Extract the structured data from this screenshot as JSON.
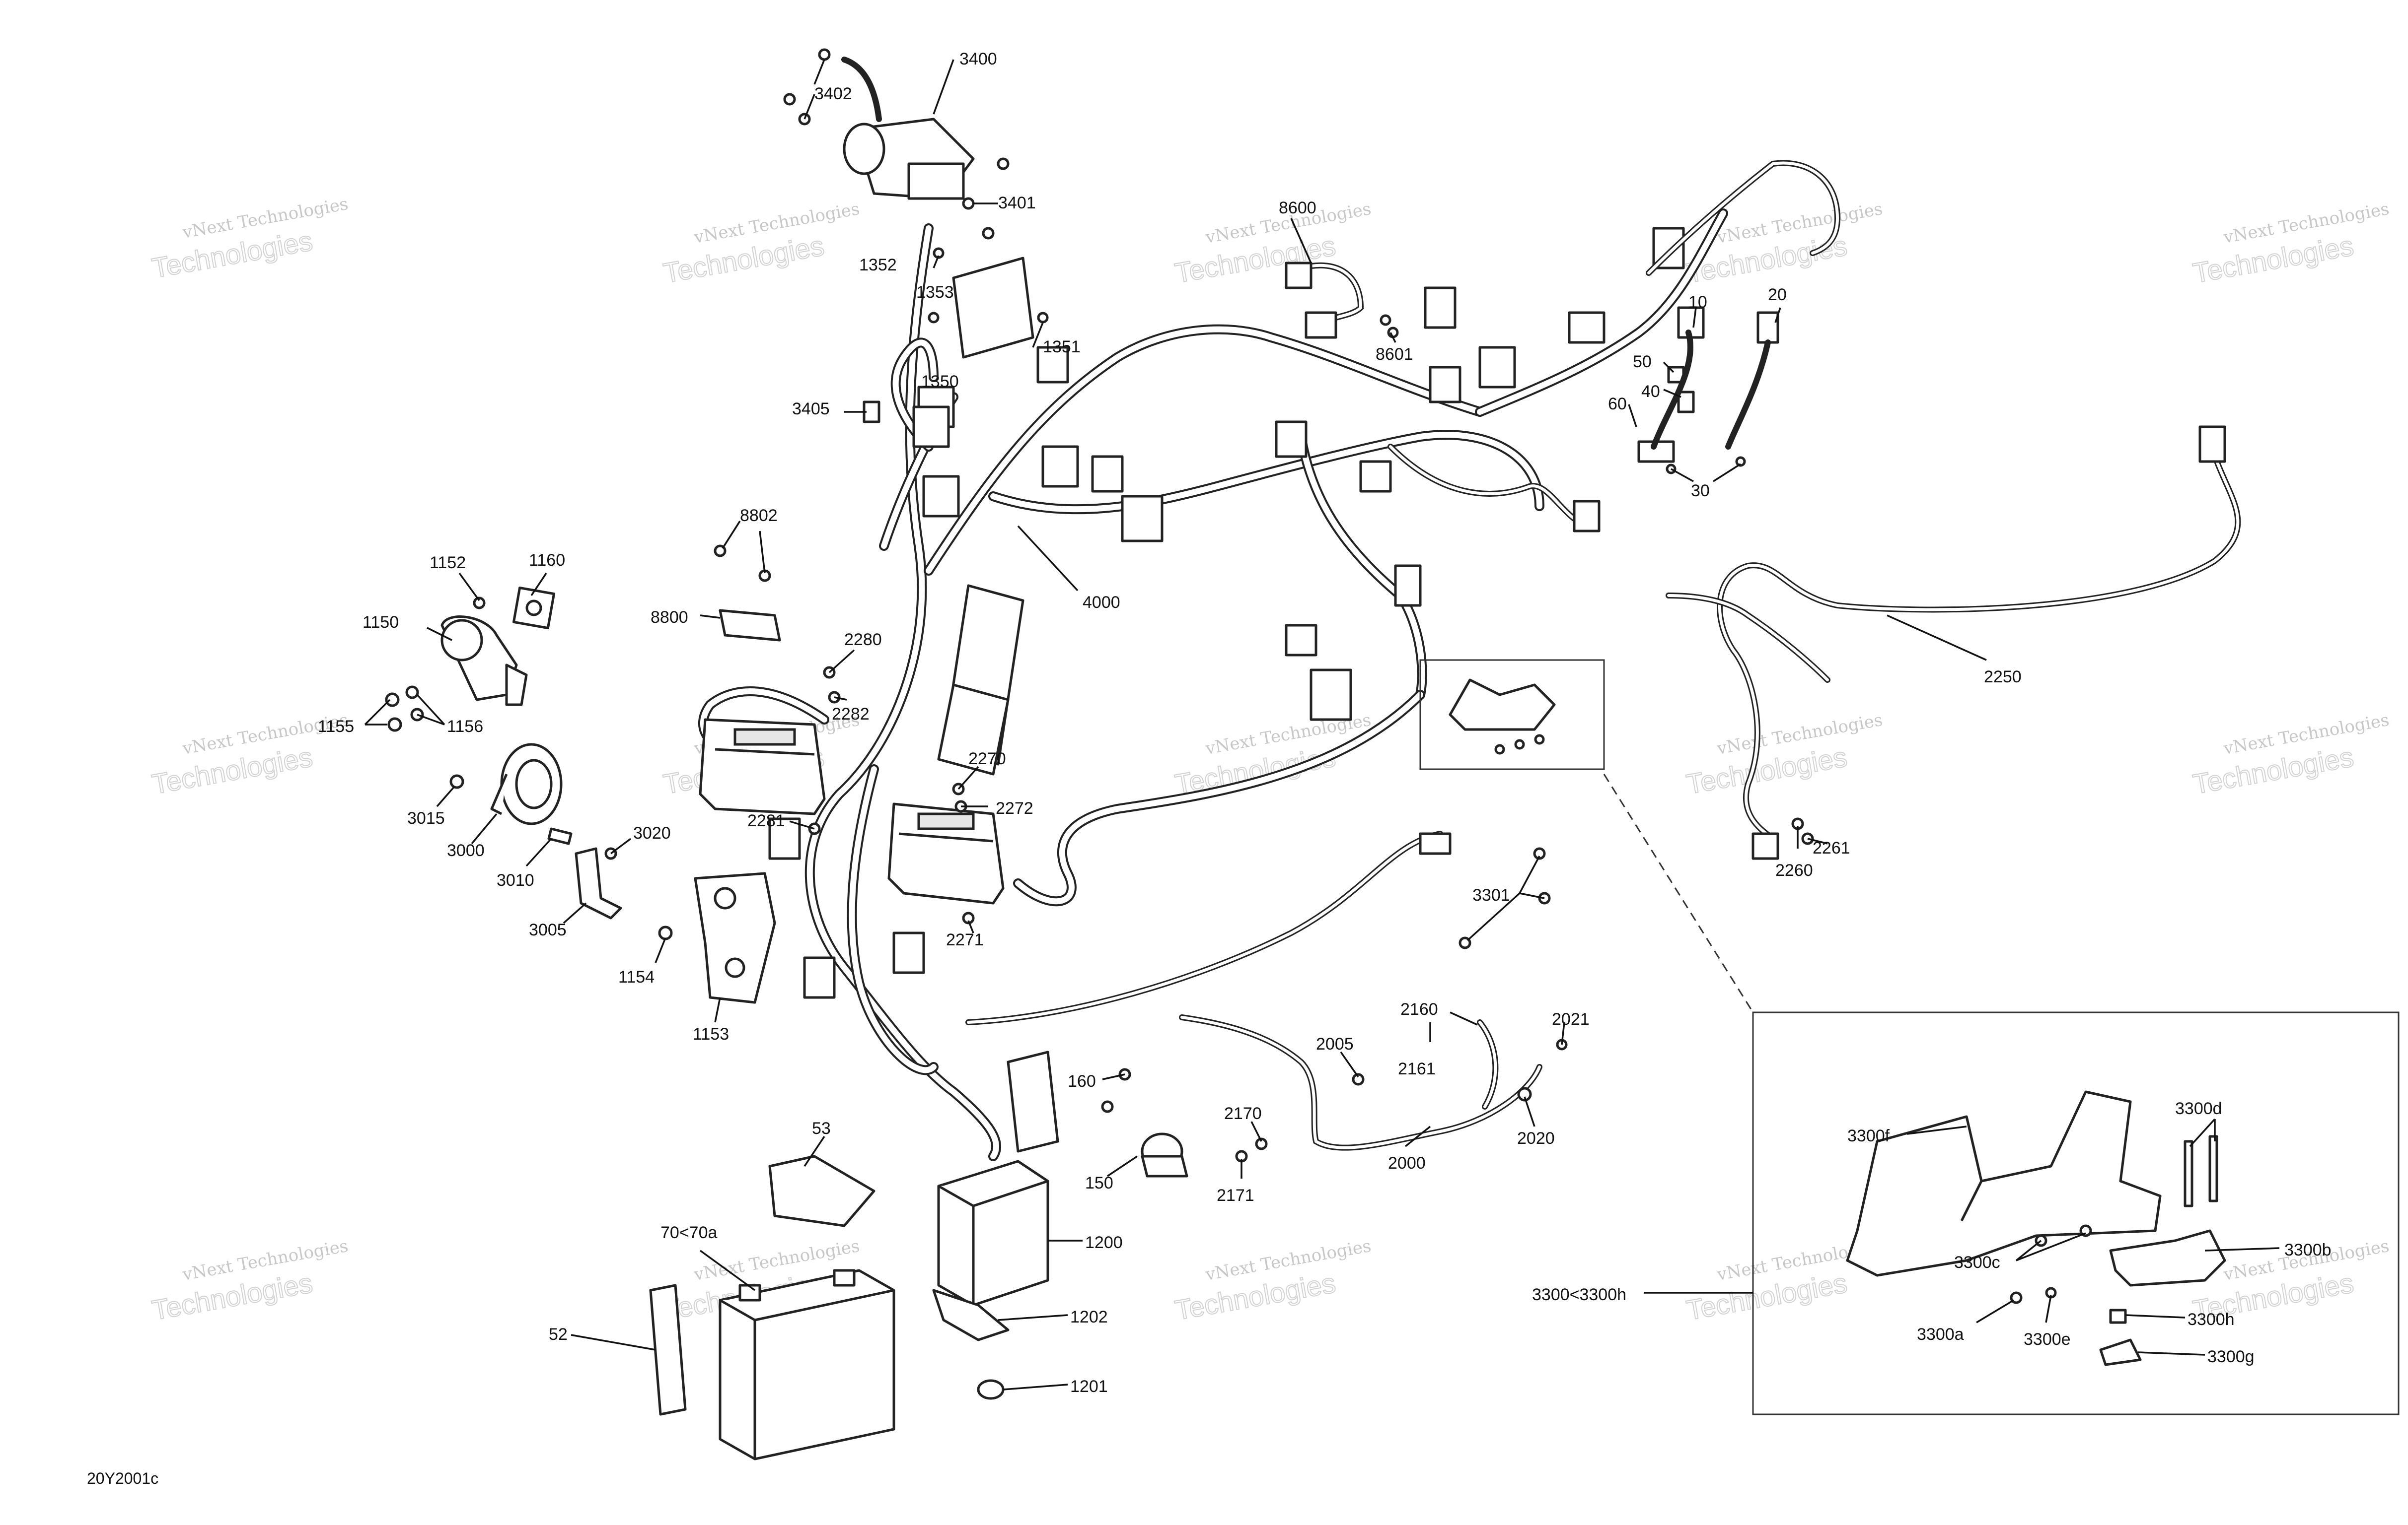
{
  "diagram": {
    "figure_code": "20Y2001c",
    "watermark": {
      "line1": "vNext Technologies",
      "line2": "Technologies"
    },
    "callouts": [
      "3400",
      "3402",
      "3401",
      "1352",
      "1353",
      "1351",
      "1350",
      "3405",
      "8600",
      "8601",
      "10",
      "20",
      "50",
      "40",
      "60",
      "30",
      "4000",
      "8802",
      "8800",
      "1152",
      "1160",
      "1150",
      "1155",
      "1156",
      "2280",
      "2282",
      "3015",
      "3000",
      "3010",
      "3020",
      "3005",
      "2270",
      "2272",
      "2281",
      "2271",
      "1154",
      "1153",
      "2250",
      "2261",
      "2260",
      "3301",
      "2160",
      "2021",
      "2005",
      "2161",
      "160",
      "2170",
      "2020",
      "2000",
      "150",
      "2171",
      "53",
      "70<70a",
      "1200",
      "52",
      "1202",
      "1201",
      "3300d",
      "3300f",
      "3300c",
      "3300b",
      "3300<3300h",
      "3300h",
      "3300a",
      "3300e",
      "3300g"
    ]
  }
}
